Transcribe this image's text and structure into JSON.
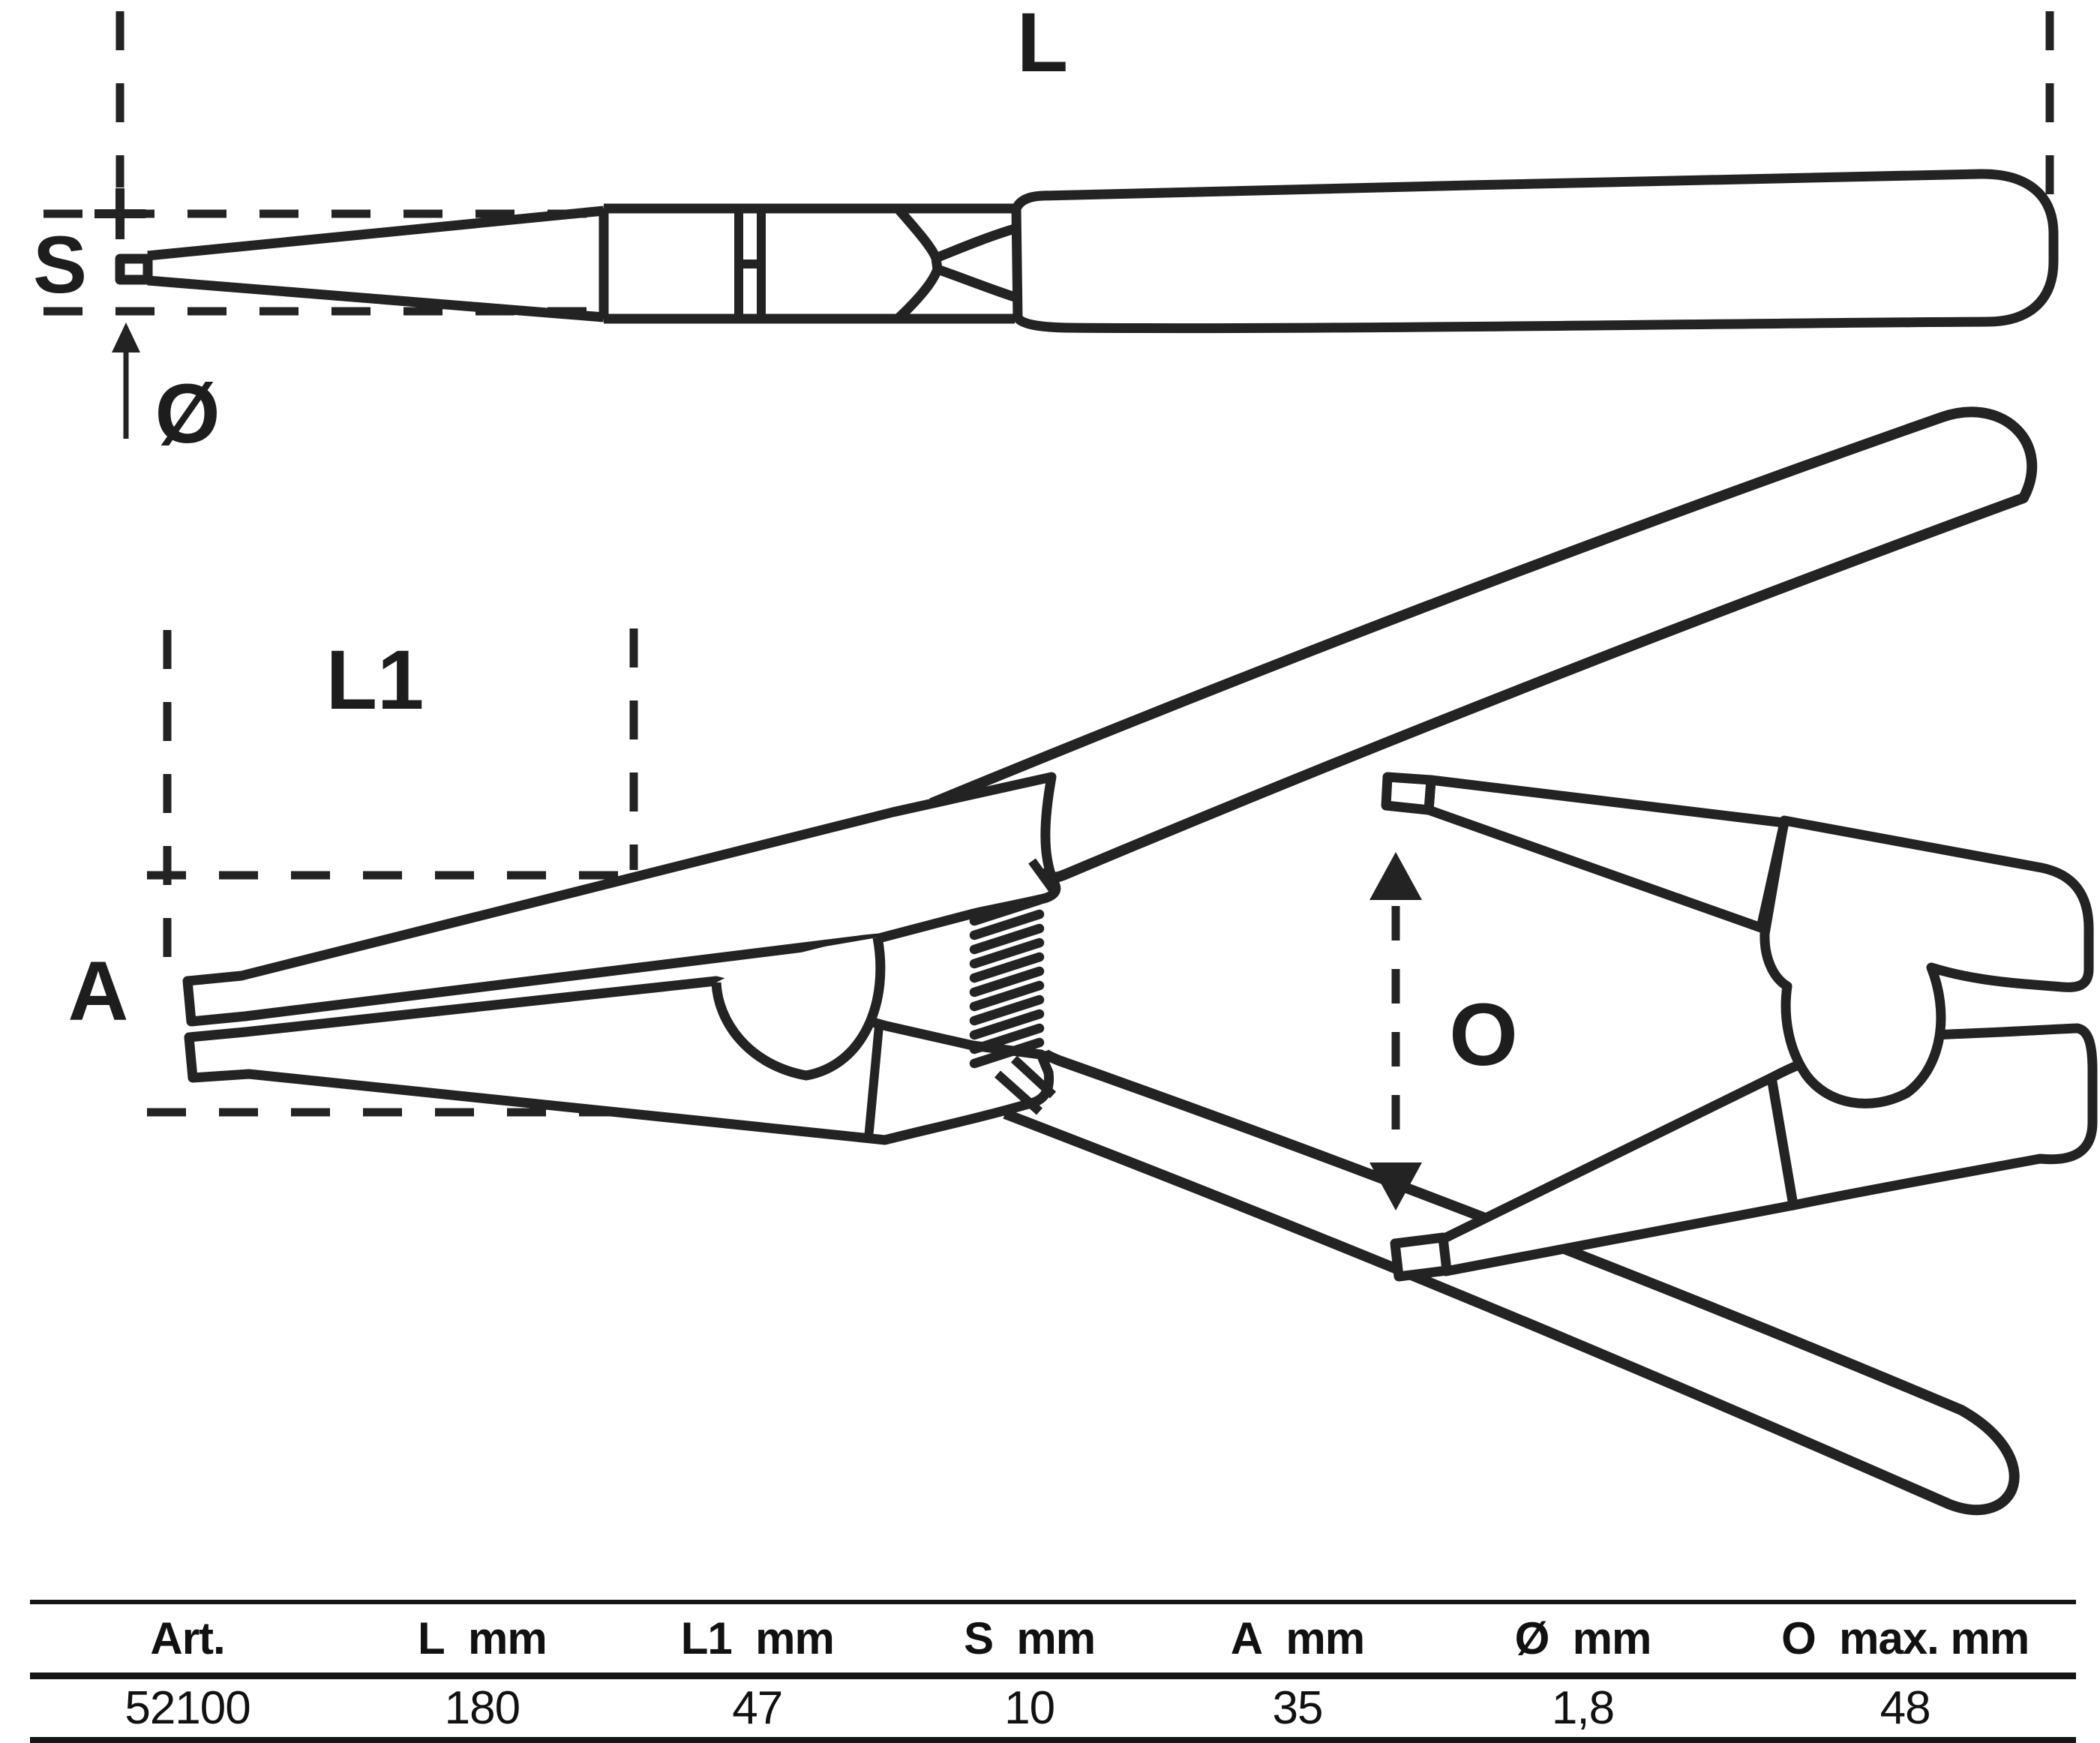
{
  "colors": {
    "line": "#232323",
    "text": "#111111",
    "background": "#ffffff"
  },
  "labels": {
    "L": "L",
    "S": "S",
    "diameter": "Ø",
    "L1": "L1",
    "A": "A",
    "O": "O"
  },
  "table": {
    "headers": [
      "Art.",
      "L  mm",
      "L1  mm",
      "S  mm",
      "A  mm",
      "Ø  mm",
      "O  max. mm"
    ],
    "values": [
      "52100",
      "180",
      "47",
      "10",
      "35",
      "1,8",
      "48"
    ]
  }
}
